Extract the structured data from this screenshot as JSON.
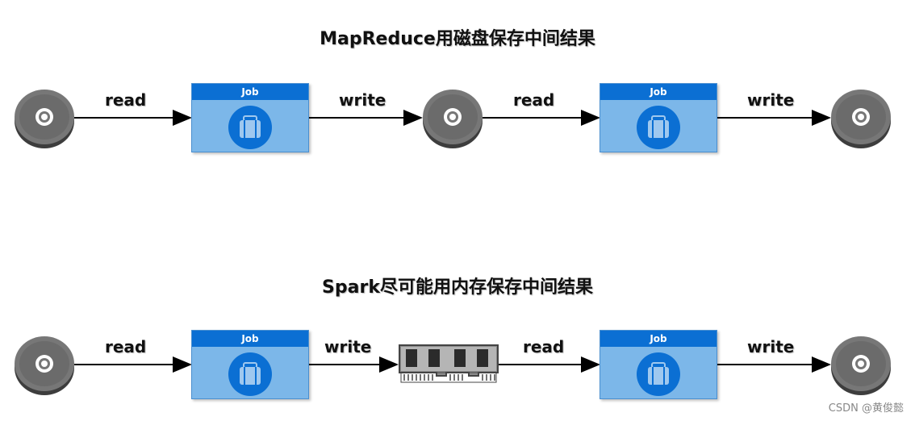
{
  "top": {
    "title": "MapReduce用磁盘保存中间结果",
    "labels": [
      "read",
      "write",
      "read",
      "write"
    ],
    "job_label": "Job"
  },
  "bottom": {
    "title": "Spark尽可能用内存保存中间结果",
    "labels": [
      "read",
      "write",
      "read",
      "write"
    ],
    "job_label": "Job"
  },
  "watermark": "CSDN @黄俊懿",
  "colors": {
    "job_header": "#0b6fd3",
    "job_body": "#7cb7e9",
    "disk": "#6e6e6e",
    "arrow": "#000000"
  },
  "icons": [
    "disk-icon",
    "briefcase-icon",
    "memory-module-icon"
  ]
}
